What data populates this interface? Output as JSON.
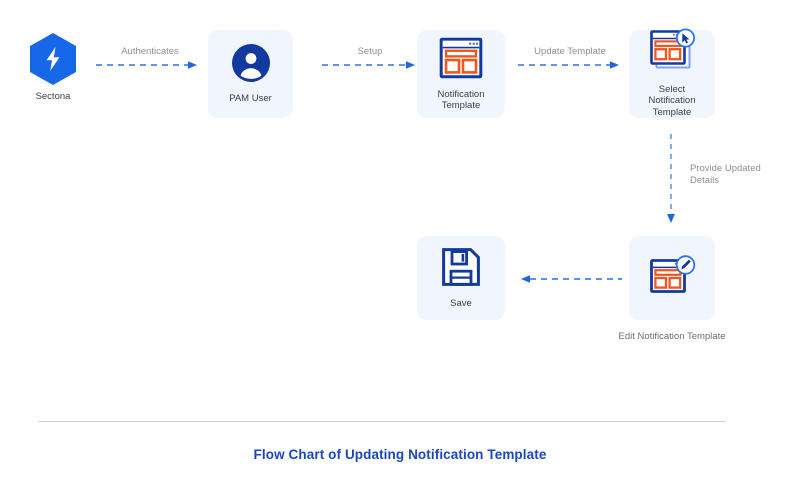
{
  "diagram": {
    "title": "Flow Chart of Updating Notification Template",
    "title_color": "#1b46c2",
    "accent_blue": "#1668e8",
    "deep_blue": "#123a9e",
    "orange": "#f4551d",
    "card_bg": "#f1f5fd",
    "label_gray": "#8b9099",
    "nodes": [
      {
        "id": "sectona",
        "icon": "sectona-hexagon-bolt-icon",
        "label": "Sectona",
        "has_card": false
      },
      {
        "id": "pam-user",
        "icon": "user-avatar-icon",
        "label": "PAM User",
        "has_card": true
      },
      {
        "id": "notification-template",
        "icon": "notification-template-window-icon",
        "label": "Notification\nTemplate",
        "has_card": true
      },
      {
        "id": "select-notification-template",
        "icon": "select-template-cursor-icon",
        "label": "Select\nNotification\nTemplate",
        "has_card": true
      },
      {
        "id": "edit-notification-template",
        "icon": "edit-template-pencil-icon",
        "label": "Edit Notification Template",
        "has_card": true,
        "label_outside": true
      },
      {
        "id": "save",
        "icon": "floppy-disk-save-icon",
        "label": "Save",
        "has_card": true
      }
    ],
    "edges": [
      {
        "id": "authenticates",
        "label": "Authenticates",
        "from": "sectona",
        "to": "pam-user",
        "direction": "right"
      },
      {
        "id": "setup",
        "label": "Setup",
        "from": "pam-user",
        "to": "notification-template",
        "direction": "right"
      },
      {
        "id": "update-template",
        "label": "Update Template",
        "from": "notification-template",
        "to": "select-notification-template",
        "direction": "right"
      },
      {
        "id": "provide-updated-details",
        "label": "Provide Updated\nDetails",
        "from": "select-notification-template",
        "to": "edit-notification-template",
        "direction": "down"
      },
      {
        "id": "save-edge",
        "label": "",
        "from": "edit-notification-template",
        "to": "save",
        "direction": "left"
      }
    ]
  }
}
